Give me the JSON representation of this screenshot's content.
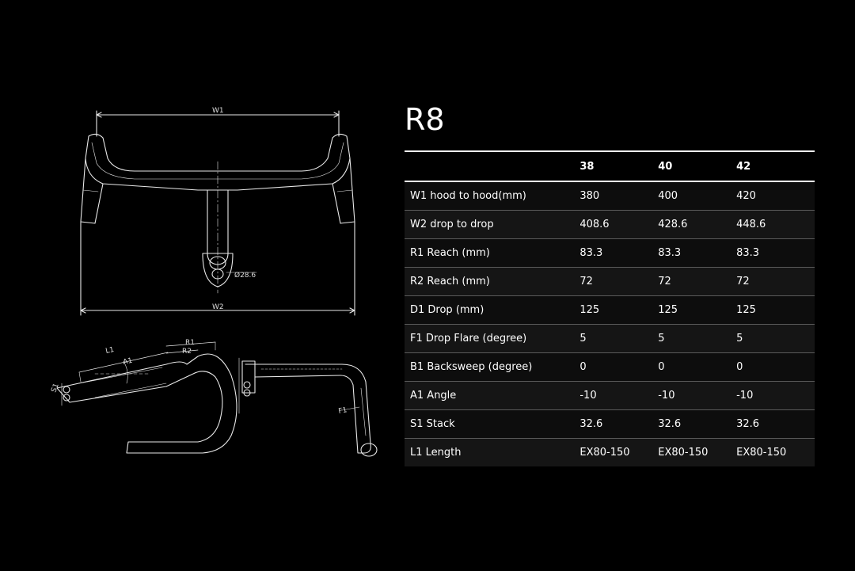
{
  "model": "R8",
  "drawing_labels": {
    "w1": "W1",
    "w2": "W2",
    "diameter": "Ø28.6",
    "l1": "L1",
    "r1": "R1",
    "r2": "R2",
    "a1": "A1",
    "s1": "S1",
    "f1": "F1"
  },
  "table": {
    "headers": [
      "",
      "38",
      "40",
      "42"
    ],
    "rows": [
      {
        "label": "W1 hood to hood(mm)",
        "values": [
          "380",
          "400",
          "420"
        ]
      },
      {
        "label": "W2 drop to drop",
        "values": [
          "408.6",
          "428.6",
          "448.6"
        ]
      },
      {
        "label": "R1 Reach (mm)",
        "values": [
          "83.3",
          "83.3",
          "83.3"
        ]
      },
      {
        "label": "R2 Reach (mm)",
        "values": [
          "72",
          "72",
          "72"
        ]
      },
      {
        "label": "D1 Drop (mm)",
        "values": [
          "125",
          "125",
          "125"
        ]
      },
      {
        "label": "F1 Drop Flare (degree)",
        "values": [
          "5",
          "5",
          "5"
        ]
      },
      {
        "label": "B1 Backsweep (degree)",
        "values": [
          "0",
          "0",
          "0"
        ]
      },
      {
        "label": "A1 Angle",
        "values": [
          "-10",
          "-10",
          "-10"
        ]
      },
      {
        "label": "S1 Stack",
        "values": [
          "32.6",
          "32.6",
          "32.6"
        ]
      },
      {
        "label": "L1 Length",
        "values": [
          "EX80-150",
          "EX80-150",
          "EX80-150"
        ]
      }
    ]
  }
}
